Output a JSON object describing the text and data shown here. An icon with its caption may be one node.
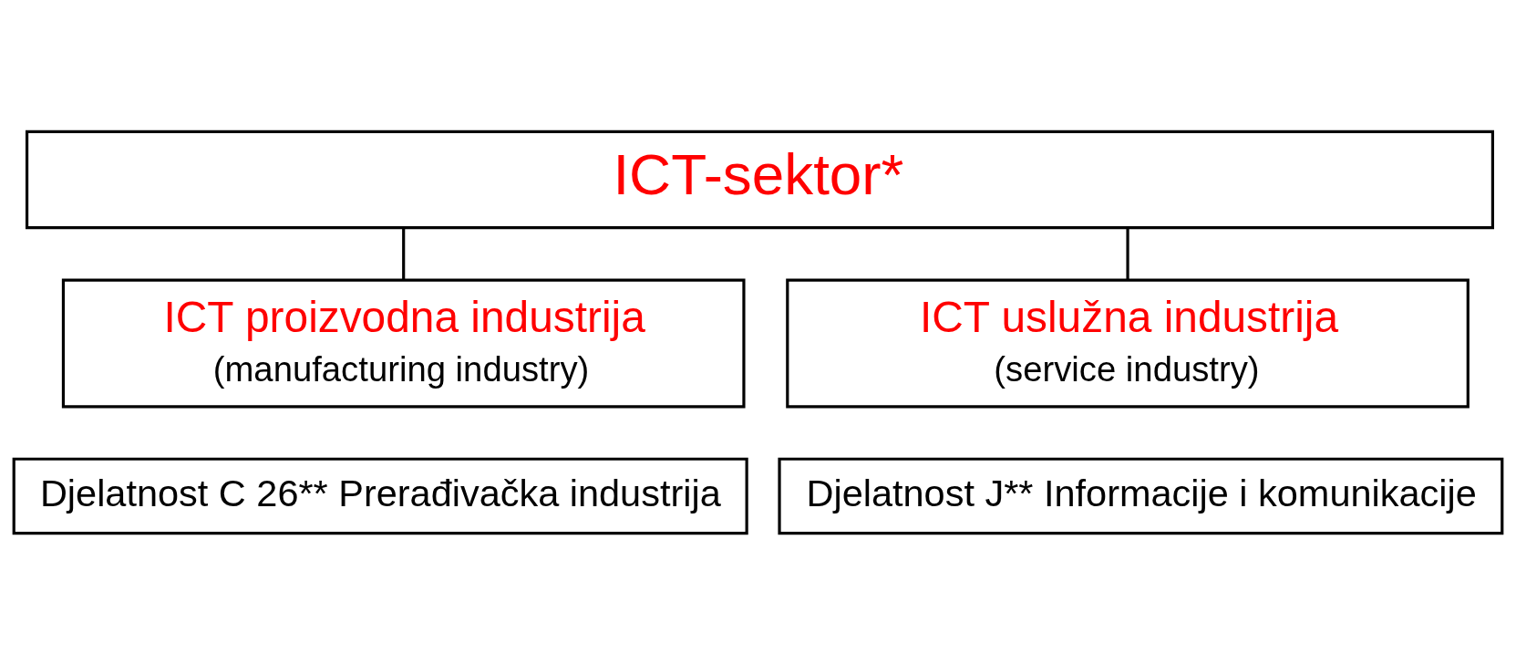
{
  "diagram": {
    "nodes": [
      {
        "text": [
          "ICT-sektor*"
        ]
      },
      {
        "text": [
          "ICT proizvodna industrija",
          "(manufacturing industry)"
        ]
      },
      {
        "text": [
          "ICT uslužna industrija",
          "(service industry)"
        ]
      },
      {
        "text": [
          "Djelatnost C 26** Prerađivačka industrija"
        ]
      },
      {
        "text": [
          "Djelatnost J** Informacije i komunikacije"
        ]
      }
    ],
    "edges": [
      {
        "from": 0,
        "to": 1,
        "arrow": "none"
      },
      {
        "from": 0,
        "to": 2,
        "arrow": "none"
      }
    ]
  }
}
